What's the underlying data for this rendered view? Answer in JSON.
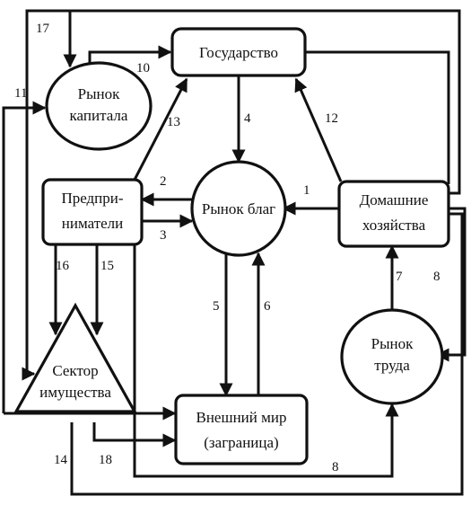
{
  "nodes": {
    "gosudarstvo": "Государство",
    "rynok_kapitala_1": "Рынок",
    "rynok_kapitala_2": "капитала",
    "predprinimateli_1": "Предпри-",
    "predprinimateli_2": "ниматели",
    "rynok_blag": "Рынок благ",
    "domashnie_1": "Домашние",
    "domashnie_2": "хозяйства",
    "rynok_truda_1": "Рынок",
    "rynok_truda_2": "труда",
    "sektor_1": "Сектор",
    "sektor_2": "имущества",
    "vneshniy_1": "Внешний мир",
    "vneshniy_2": "(заграница)"
  },
  "flow_labels": {
    "f1": "1",
    "f2": "2",
    "f3": "3",
    "f4": "4",
    "f5": "5",
    "f6": "6",
    "f7": "7",
    "f8a": "8",
    "f8b": "8",
    "f10": "10",
    "f11": "11",
    "f12": "12",
    "f13": "13",
    "f14": "14",
    "f15": "15",
    "f16": "16",
    "f17": "17",
    "f18": "18"
  }
}
